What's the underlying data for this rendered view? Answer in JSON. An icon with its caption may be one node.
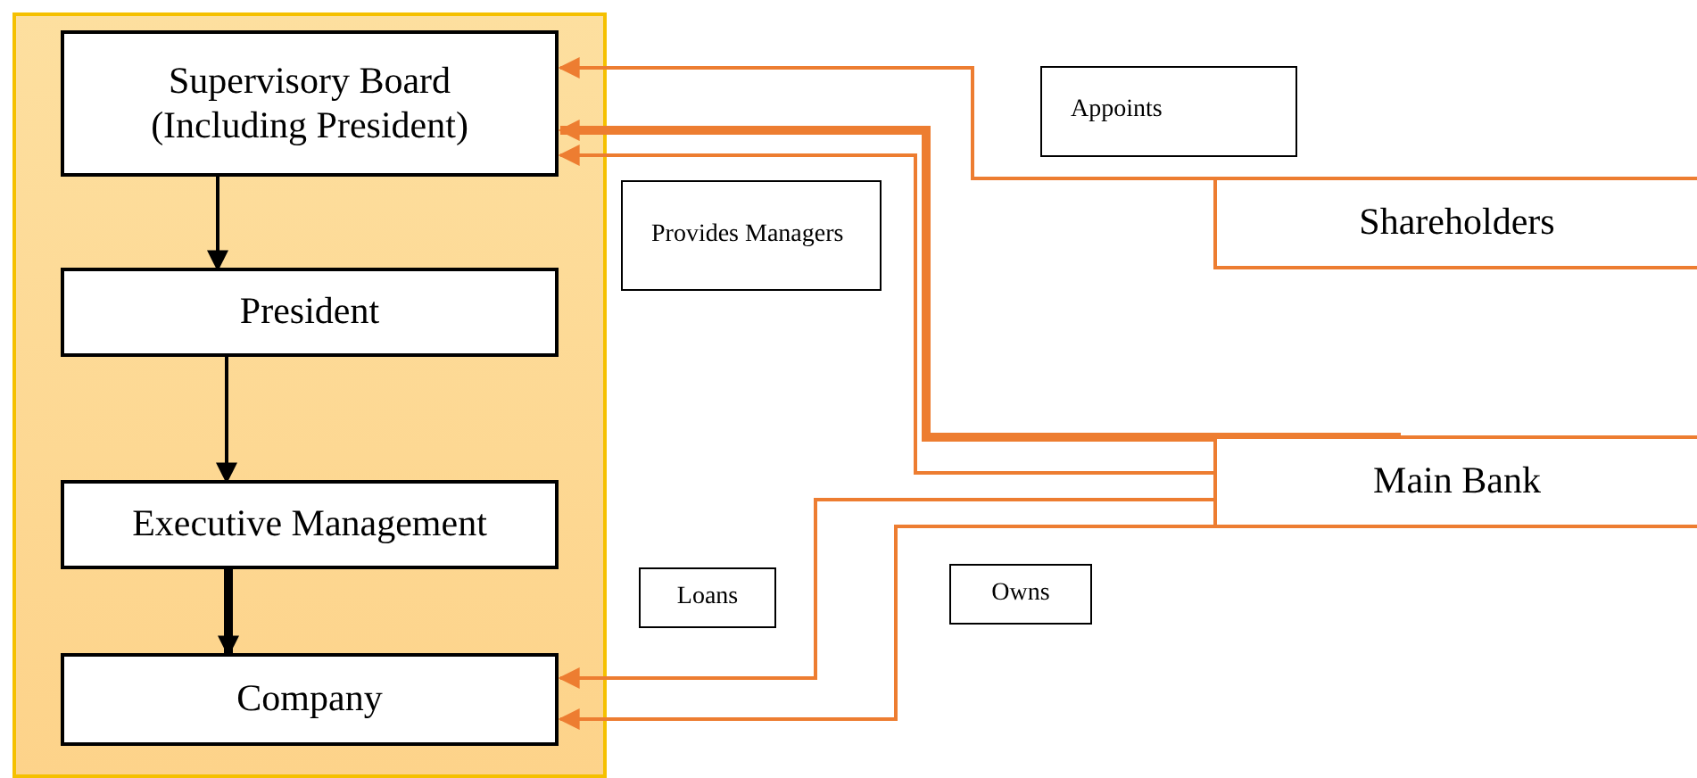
{
  "diagram": {
    "nodes": [
      {
        "text": [],
        "shape": "box"
      },
      {
        "text": [
          "Supervisory Board (Including President)"
        ],
        "in": 0
      },
      {
        "text": [
          "President"
        ],
        "in": 0
      },
      {
        "text": [
          "Executive Management"
        ],
        "in": 0
      },
      {
        "text": [
          "Company"
        ],
        "in": 0
      },
      {
        "text": [
          "Appoints"
        ]
      },
      {
        "text": [
          "Provides Managers"
        ]
      },
      {
        "text": [
          "Shareholders"
        ]
      },
      {
        "text": [
          "Main Bank"
        ]
      },
      {
        "text": [
          "Loans"
        ]
      },
      {
        "text": [
          "Owns"
        ]
      }
    ],
    "edges": [
      {
        "from": 1,
        "to": 2,
        "arrow": "to",
        "color": "#000000"
      },
      {
        "from": 2,
        "to": 3,
        "arrow": "to",
        "color": "#000000"
      },
      {
        "from": 3,
        "to": 4,
        "arrow": "to",
        "style": "thick",
        "color": "#000000"
      },
      {
        "from": 7,
        "to": 1,
        "arrow": "to"
      },
      {
        "from": 8,
        "to": 1,
        "arrow": "to",
        "style": "thick"
      },
      {
        "from": 8,
        "to": 1,
        "arrow": "to"
      },
      {
        "from": 8,
        "to": 4,
        "arrow": "to"
      },
      {
        "from": 8,
        "to": 4,
        "arrow": "to"
      }
    ]
  }
}
